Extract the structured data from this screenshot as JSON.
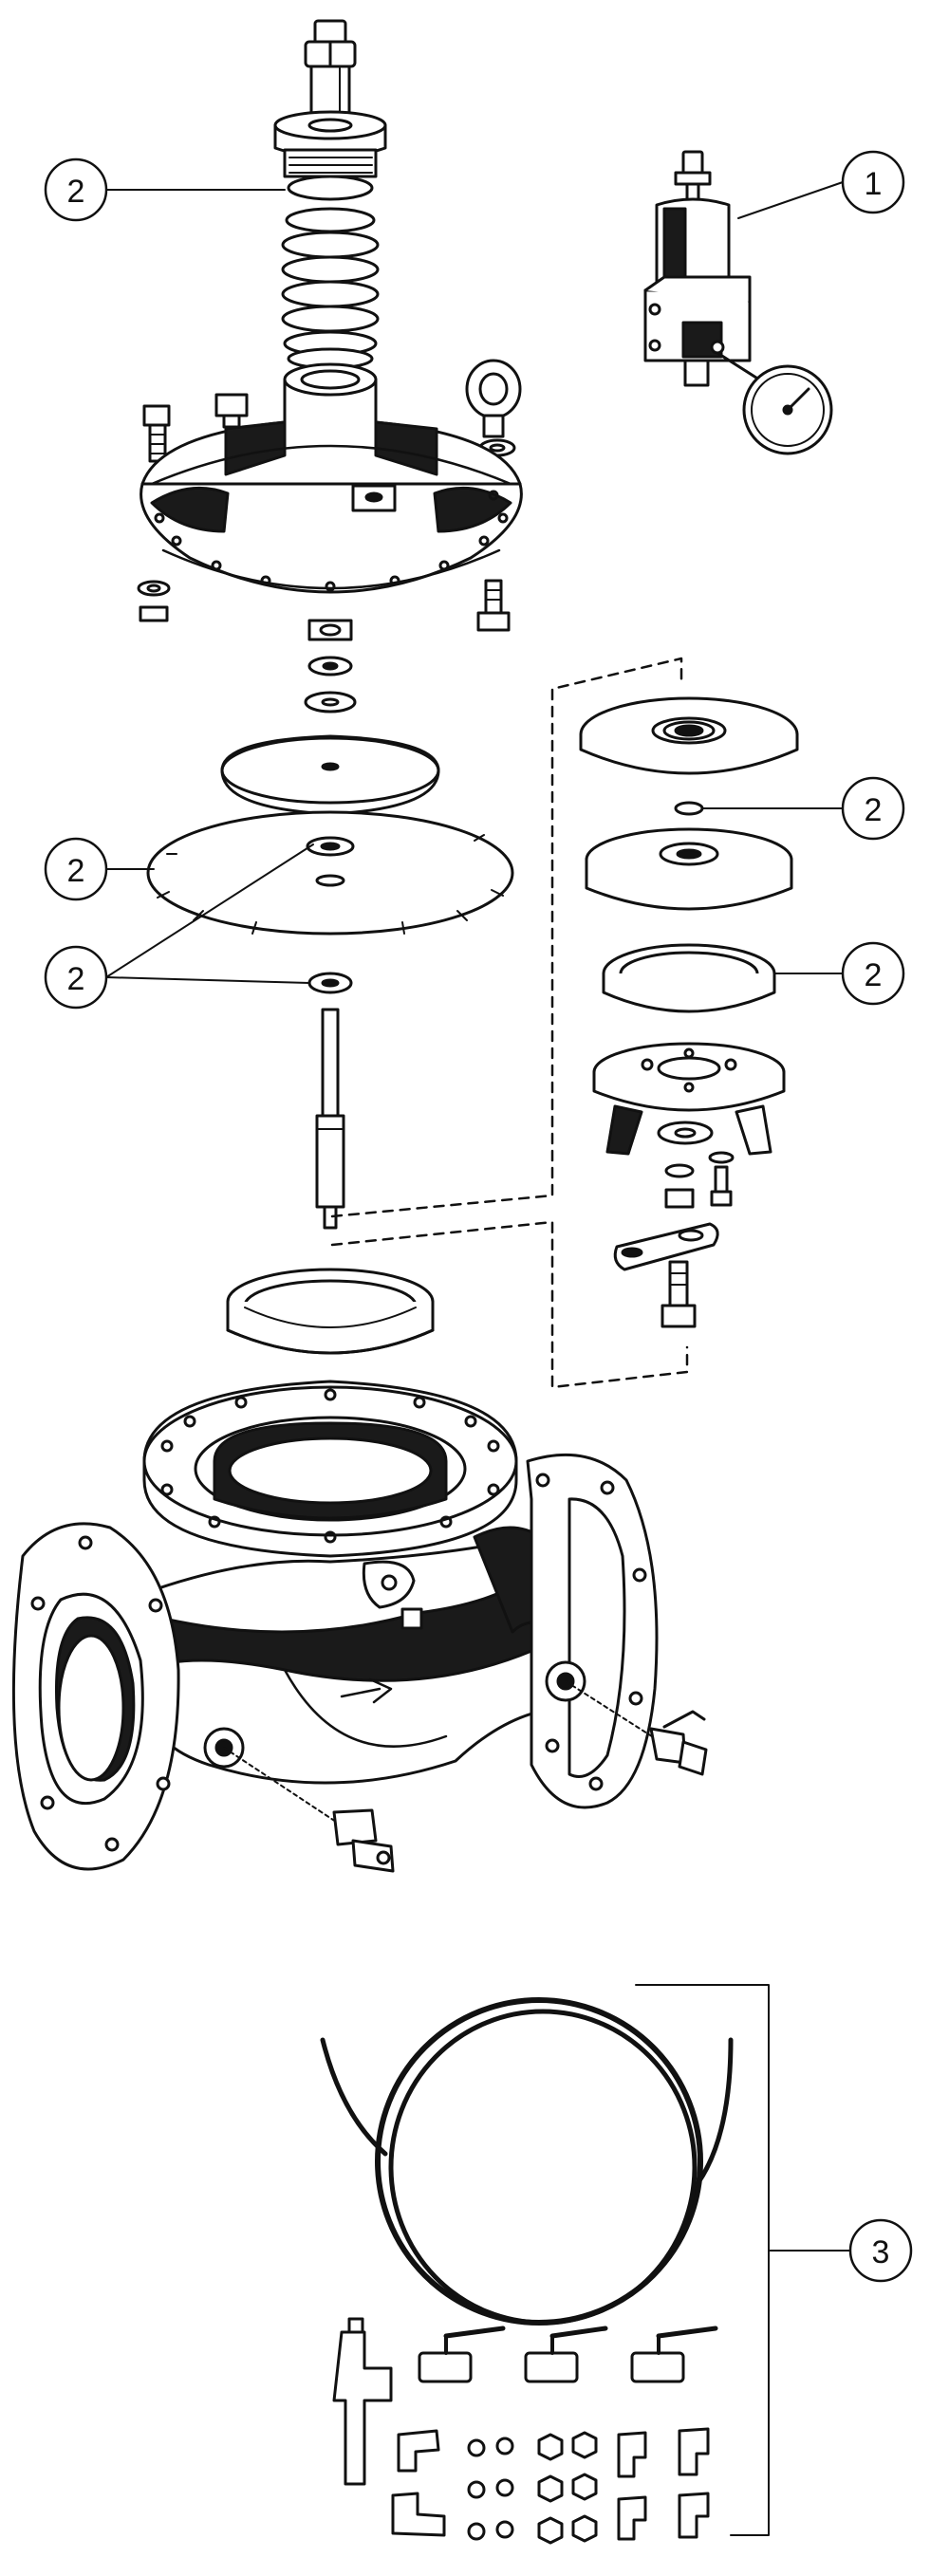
{
  "diagram": {
    "colors": {
      "ink": "#111111",
      "paper": "#ffffff",
      "shade": "#1a1a1a",
      "mid": "#9a9a9a"
    },
    "callouts": [
      {
        "id": "pilot",
        "label": "1"
      },
      {
        "id": "spring-adjuster",
        "label": "2"
      },
      {
        "id": "diaphragm",
        "label": "2"
      },
      {
        "id": "stem-washers",
        "label": "2"
      },
      {
        "id": "o-ring",
        "label": "2"
      },
      {
        "id": "seal-ring",
        "label": "2"
      },
      {
        "id": "tubing-kit",
        "label": "3"
      }
    ]
  }
}
